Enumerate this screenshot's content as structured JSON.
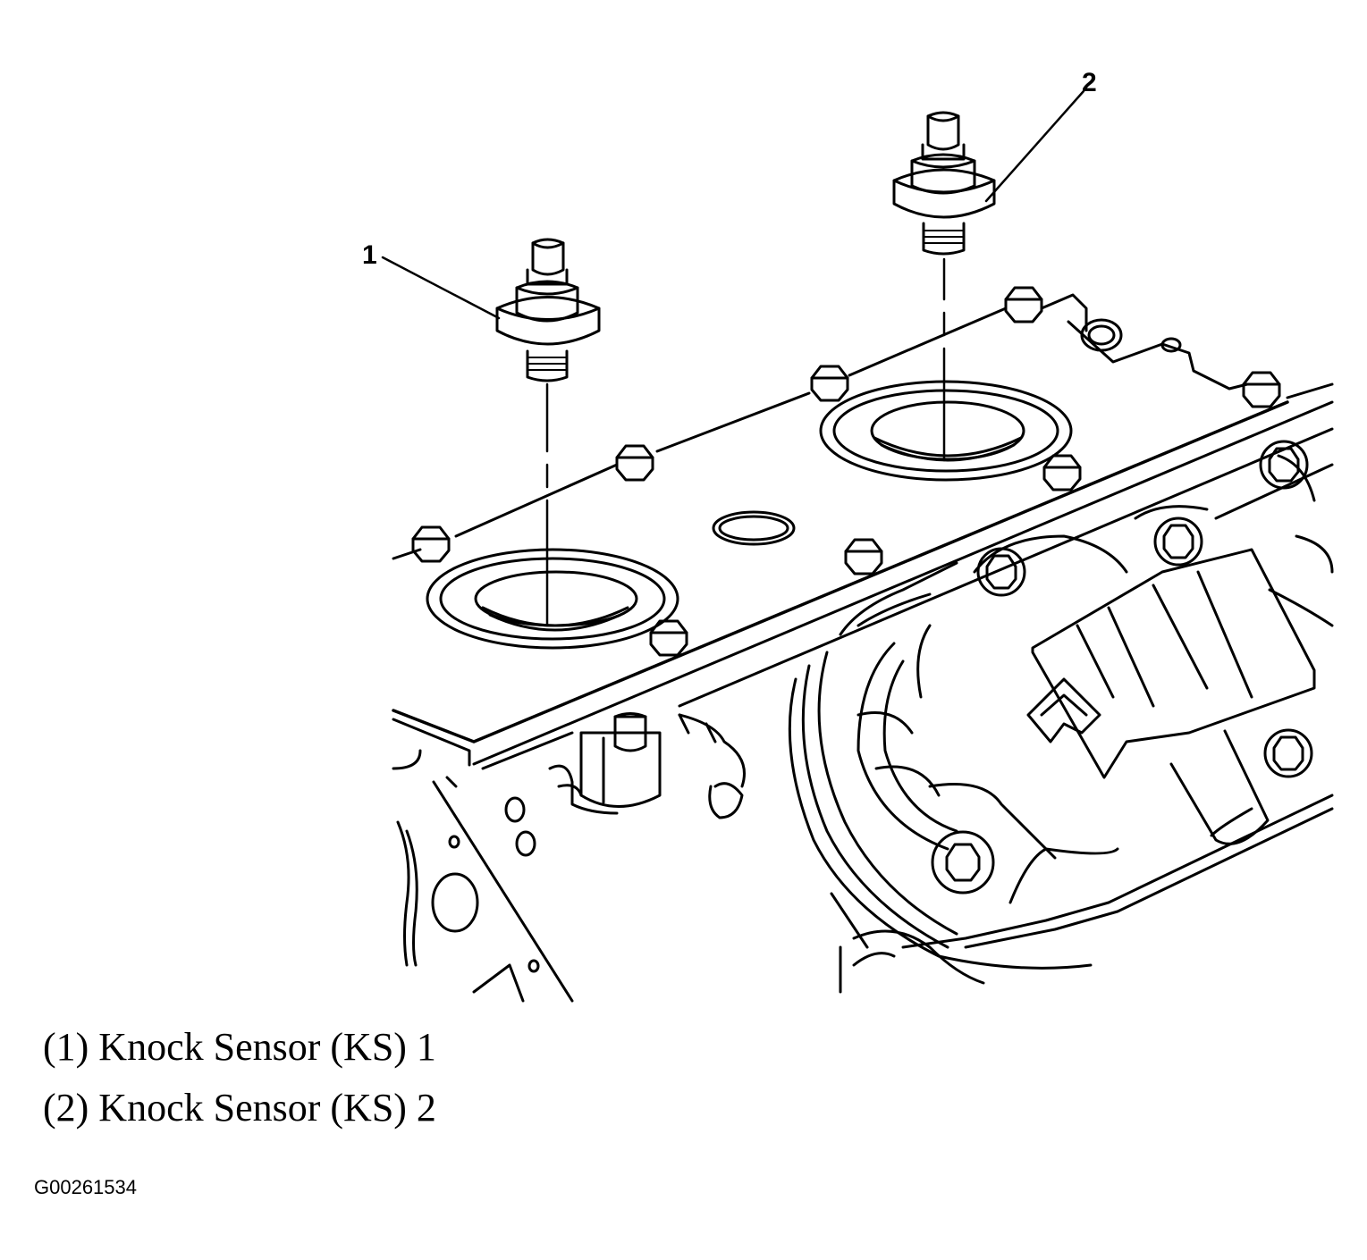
{
  "callouts": [
    {
      "number": "1",
      "part": "Knock Sensor (KS) 1"
    },
    {
      "number": "2",
      "part": "Knock Sensor (KS) 2"
    }
  ],
  "legend": [
    {
      "text": "(1) Knock Sensor (KS) 1"
    },
    {
      "text": "(2) Knock Sensor (KS) 2"
    }
  ],
  "figure_id": "G00261534"
}
